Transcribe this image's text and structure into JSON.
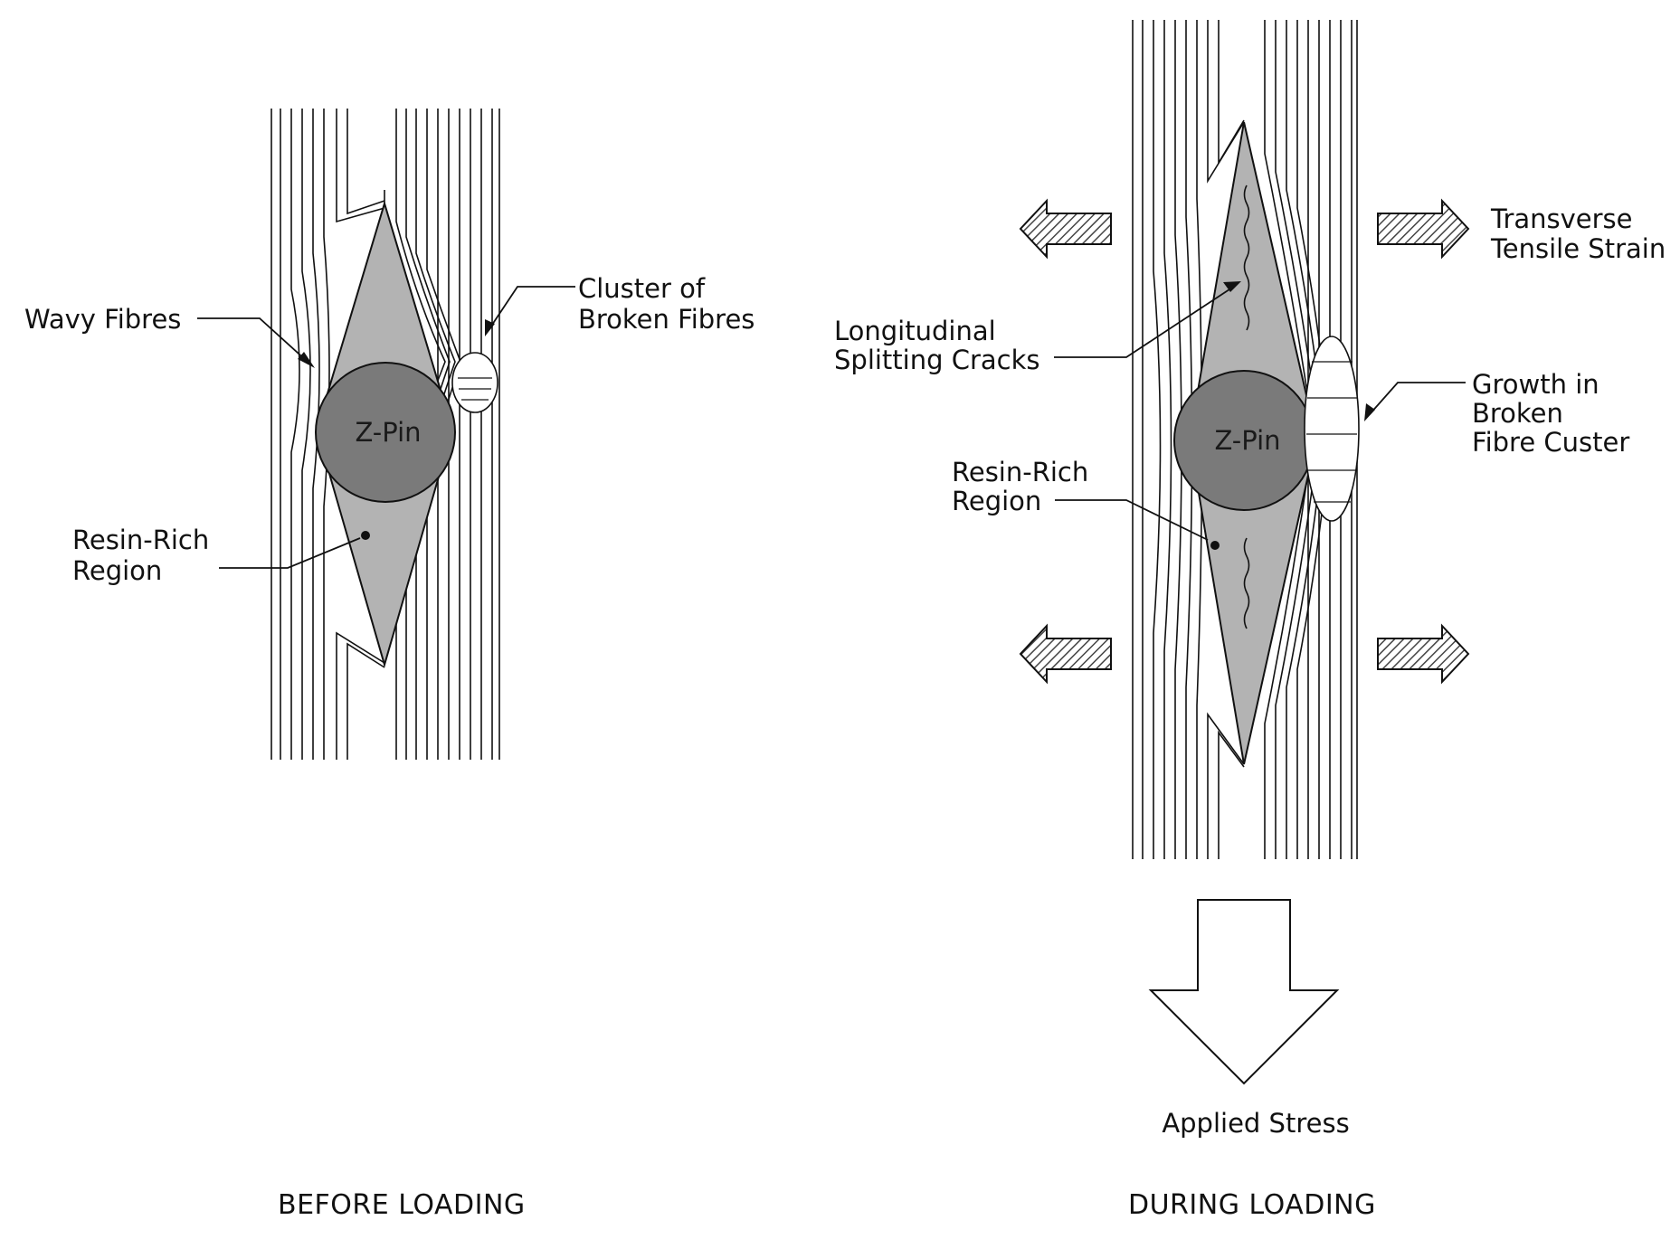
{
  "colors": {
    "line": "#111111",
    "resin": "#b3b3b3",
    "pin": "#7a7a7a",
    "hatch": "#444444",
    "background": "#ffffff"
  },
  "left_panel": {
    "caption": "BEFORE LOADING",
    "pin_label": "Z-Pin",
    "wavy_fibres": "Wavy Fibres",
    "broken_cluster": [
      "Cluster of",
      "Broken Fibres"
    ],
    "resin_region": [
      "Resin-Rich",
      "Region"
    ]
  },
  "right_panel": {
    "caption": "DURING LOADING",
    "pin_label": "Z-Pin",
    "transverse_strain": [
      "Transverse",
      "Tensile Strain"
    ],
    "splitting_cracks": [
      "Longitudinal",
      "Splitting Cracks"
    ],
    "cluster_growth": [
      "Growth in",
      "Broken",
      "Fibre Custer"
    ],
    "resin_region": [
      "Resin-Rich",
      "Region"
    ],
    "applied_stress": "Applied Stress"
  }
}
